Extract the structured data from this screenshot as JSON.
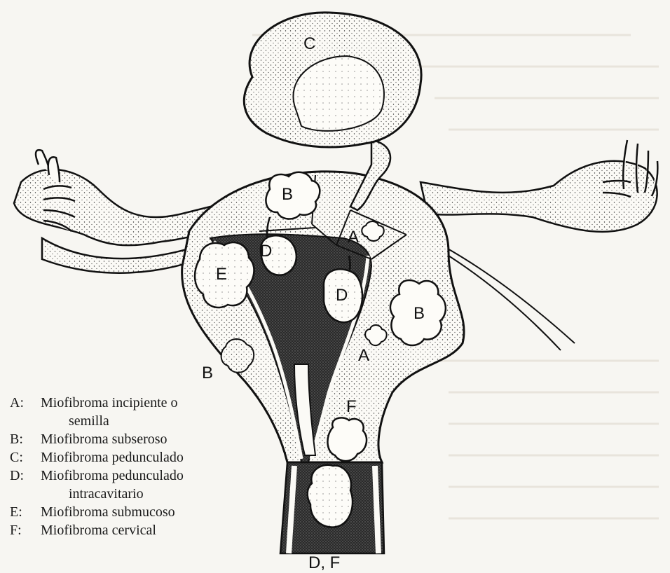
{
  "labels": {
    "c_top": "C",
    "b_upper": "B",
    "a_upper": "A",
    "d_left": "D",
    "e": "E",
    "d_mid": "D",
    "b_right": "B",
    "a_lower": "A",
    "b_left": "B",
    "f": "F",
    "df_bottom": "D, F"
  },
  "legend": [
    {
      "key": "A:",
      "text": "Miofibroma incipiente o",
      "cont": "semilla"
    },
    {
      "key": "B:",
      "text": "Miofibroma subseroso",
      "cont": ""
    },
    {
      "key": "C:",
      "text": "Miofibroma pedunculado",
      "cont": ""
    },
    {
      "key": "D:",
      "text": "Miofibroma pedunculado",
      "cont": "intracavitario"
    },
    {
      "key": "E:",
      "text": "Miofibroma submucoso",
      "cont": ""
    },
    {
      "key": "F:",
      "text": "Miofibroma cervical",
      "cont": ""
    }
  ]
}
